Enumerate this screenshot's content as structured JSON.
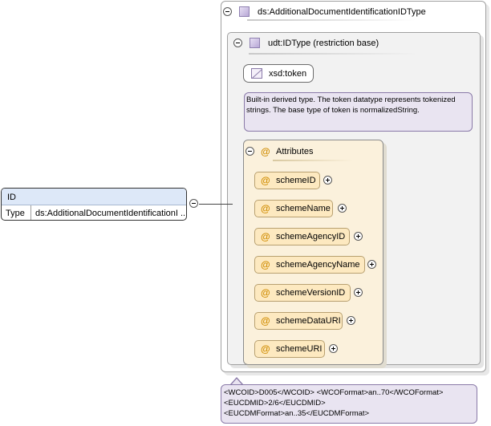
{
  "complex_type": {
    "name": "ds:AdditionalDocumentIdentificationIDType"
  },
  "restriction": {
    "base_label": "udt:IDType (restriction base)"
  },
  "token": {
    "name": "xsd:token"
  },
  "documentation": "Built-in derived type. The token datatype represents tokenized strings. The base type of token is normalizedString.",
  "attributes_group": {
    "symbol": "@",
    "label": "Attributes",
    "items": [
      {
        "label": "schemeID"
      },
      {
        "label": "schemeName"
      },
      {
        "label": "schemeAgencyID"
      },
      {
        "label": "schemeAgencyName"
      },
      {
        "label": "schemeVersionID"
      },
      {
        "label": "schemeDataURI"
      },
      {
        "label": "schemeURI"
      }
    ]
  },
  "element": {
    "name": "ID",
    "type_label": "Type",
    "type_value": "ds:AdditionalDocumentIdentificationI ..."
  },
  "footer": {
    "lines": [
      "<WCOID>D005</WCOID> <WCOFormat>an..70</WCOFormat>",
      "<EUCDMID>2/6</EUCDMID>",
      "<EUCDMFormat>an..35</EUCDMFormat>"
    ]
  },
  "colors": {
    "element_header": "#dde8f8",
    "attributes_bg": "#fbf1dc",
    "attribute_item_bg": "#fde9c0",
    "annotation_bg": "#e9e4f1",
    "at_symbol": "#d08c00"
  }
}
